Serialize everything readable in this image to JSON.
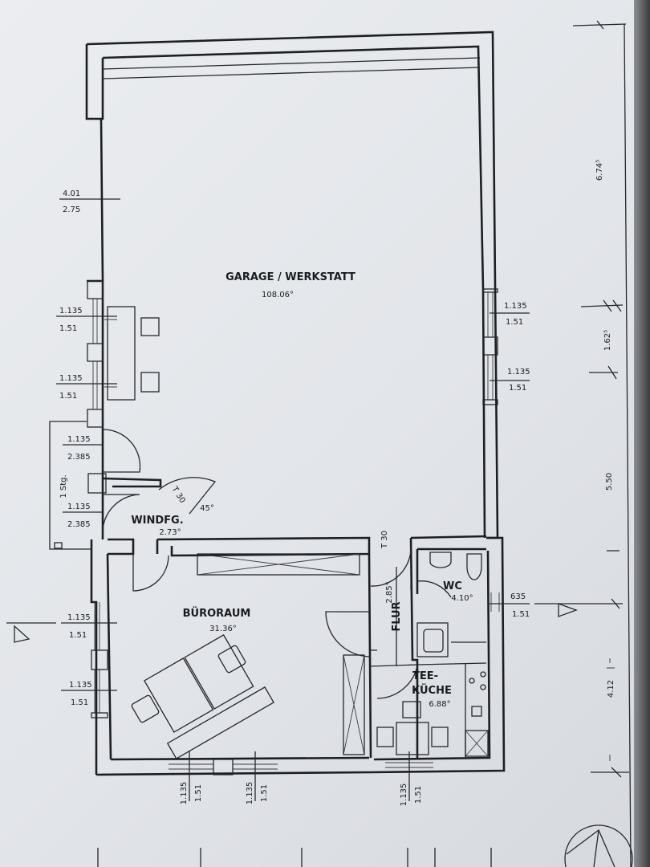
{
  "rooms": {
    "garage": {
      "name": "GARAGE / WERKSTATT",
      "area": "108.06°"
    },
    "windfang": {
      "name": "WINDFG.",
      "area": "2.73°"
    },
    "buero": {
      "name": "BÜRORAUM",
      "area": "31.36°"
    },
    "flur": {
      "name": "FLUR",
      "area": "2.85°"
    },
    "wc": {
      "name": "WC",
      "area": "4.10°"
    },
    "kueche": {
      "name_line1": "TEE-",
      "name_line2": "KÜCHE",
      "area": "6.88°"
    }
  },
  "annotations": {
    "door_t30_windfang": "T 30",
    "door_t30_flur": "T 30",
    "angle": "45°",
    "step": "1 Stg."
  },
  "openings": {
    "left_garage_top": [
      "4.01",
      "2.75"
    ],
    "left_window_1": [
      "1.135",
      "1.51"
    ],
    "left_window_2": [
      "1.135",
      "1.51"
    ],
    "left_door_1": [
      "1.135",
      "2.385"
    ],
    "left_door_2": [
      "1.135",
      "2.385"
    ],
    "left_buero_1": [
      "1.135",
      "1.51"
    ],
    "left_buero_2": [
      "1.135",
      "1.51"
    ],
    "right_garage_1": [
      "1.135",
      "1.51"
    ],
    "right_garage_2": [
      "1.135",
      "1.51"
    ],
    "right_wc": [
      "635",
      "1.51"
    ],
    "bottom_1": [
      "1.135",
      "1.51"
    ],
    "bottom_2": [
      "1.135",
      "1.51"
    ],
    "bottom_3": [
      "1.135",
      "1.51"
    ]
  },
  "dimensions": {
    "d1": "6.74⁵",
    "d2": "1.62⁵",
    "d3": "5.50",
    "d4": "4.12"
  },
  "colors": {
    "paper": "#e8eaed",
    "ink": "#1d1f22"
  }
}
